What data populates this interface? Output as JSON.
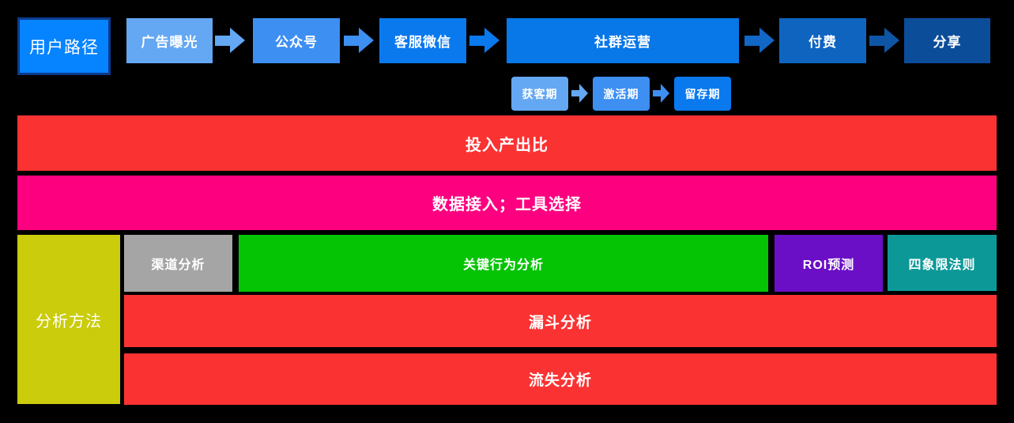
{
  "background": "#000000",
  "flow": {
    "entry": {
      "label": "用户路径",
      "fill": "#0684ff",
      "border": "#0c3a8c"
    },
    "steps": [
      {
        "label": "广告曝光",
        "color": "#64a7f2"
      },
      {
        "label": "公众号",
        "color": "#3d8ff2"
      },
      {
        "label": "客服微信",
        "color": "#0a79ee"
      },
      {
        "label": "社群运营",
        "color": "#0877e8"
      },
      {
        "label": "付费",
        "color": "#0f64c0"
      },
      {
        "label": "分享",
        "color": "#0c4d9a"
      }
    ],
    "arrows": [
      {
        "color": "#64a7f2"
      },
      {
        "color": "#3d8ff2"
      },
      {
        "color": "#0a79ee"
      },
      {
        "color": "#1266c5"
      },
      {
        "color": "#0e55a6"
      }
    ]
  },
  "phases": {
    "items": [
      {
        "label": "获客期",
        "color": "#64a7f2"
      },
      {
        "label": "激活期",
        "color": "#3d8ff2"
      },
      {
        "label": "留存期",
        "color": "#0a79ee"
      }
    ],
    "arrows": [
      {
        "color": "#64a7f2"
      },
      {
        "color": "#3d8ff2"
      }
    ]
  },
  "bars": [
    {
      "label": "投入产出比",
      "color": "#fb3232"
    },
    {
      "label": "数据接入；工具选择",
      "color": "#fc0080"
    }
  ],
  "analysis": {
    "title": {
      "label": "分析方法",
      "color": "#cacc0c"
    },
    "methods": [
      {
        "label": "渠道分析",
        "color": "#a5a5a5"
      },
      {
        "label": "关键行为分析",
        "color": "#04c404"
      },
      {
        "label": "ROI预测",
        "color": "#6b0fc7"
      },
      {
        "label": "四象限法则",
        "color": "#0d9898"
      }
    ],
    "bars": [
      {
        "label": "漏斗分析",
        "color": "#fb3232"
      },
      {
        "label": "流失分析",
        "color": "#fb3232"
      }
    ]
  }
}
